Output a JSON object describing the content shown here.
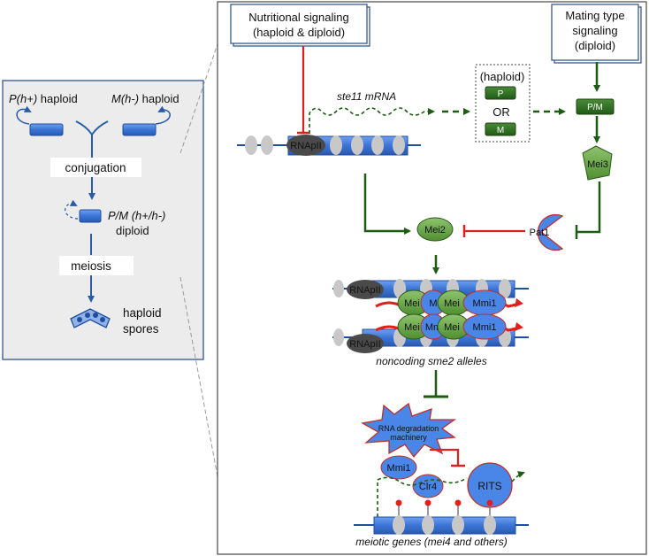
{
  "left_panel": {
    "p_plus_haploid": "P(h+)",
    "m_minus_haploid": "M(h-)",
    "haploid_word": "haploid",
    "conjugation": "conjugation",
    "pm_diploid": "P/M (h+/h-)",
    "diploid_word": "diploid",
    "meiosis": "meiosis",
    "spores_line1": "haploid",
    "spores_line2": "spores"
  },
  "right_panel": {
    "nutritional_line1": "Nutritional signaling",
    "nutritional_line2": "(haploid & diploid)",
    "mating_line1": "Mating type",
    "mating_line2": "signaling",
    "mating_line3": "(diploid)",
    "ste11_mrna": "ste11 mRNA",
    "haploid_box_title": "(haploid)",
    "p_label": "P",
    "or_label": "OR",
    "m_label": "M",
    "pm_label": "P/M",
    "mei3": "Mei3",
    "mei2": "Mei2",
    "pat1": "Pat1",
    "rnapii": "RNApII",
    "mei_short": "Mei",
    "mmi_short": "Mm",
    "m_short": "M",
    "mmi1": "Mmi1",
    "noncoding": "noncoding sme2 alleles",
    "rna_deg_line1": "RNA degradation",
    "rna_deg_line2": "machinery",
    "clr4": "Clr4",
    "rits": "RITS",
    "meiotic_genes": "meiotic genes (mei4 and others)"
  },
  "colors": {
    "dark_green": "#1e5c14",
    "green": "#6aa84f",
    "blue": "#4a86e8",
    "dark_blue": "#1f4e9c",
    "red": "#e0201a",
    "panel_gray": "#ececec"
  }
}
